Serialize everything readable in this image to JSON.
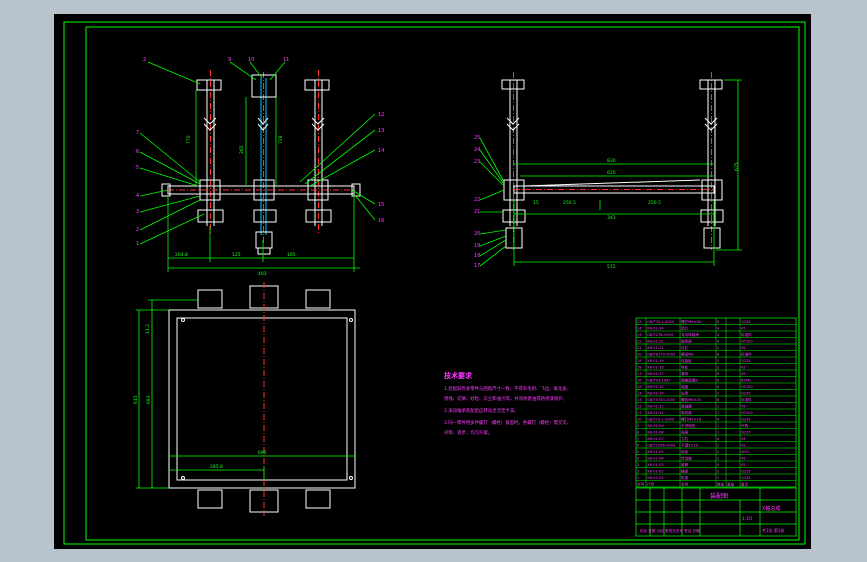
{
  "colors": {
    "window_bg": "#b9c3cd",
    "sheet": "#000000",
    "frame_line": "#00ff00",
    "part_line": "#ffffff",
    "dimension": "#00ff00",
    "text": "#ff40ff",
    "center_line": "#ff3030",
    "shaft": "#00c8ff"
  },
  "front_view": {
    "leaders": [
      "2",
      "9",
      "10",
      "11",
      "12",
      "13",
      "14",
      "15",
      "16",
      "7",
      "6",
      "5",
      "4",
      "3",
      "2",
      "1"
    ],
    "dims": [
      "125",
      "165",
      "403",
      "204.8",
      "770",
      "265",
      "728"
    ]
  },
  "side_view": {
    "leaders": [
      "25",
      "24",
      "23",
      "22",
      "21",
      "20",
      "19",
      "18",
      "17"
    ],
    "dims": [
      "830",
      "620",
      "343",
      "250.5",
      "250.5",
      "675",
      "15",
      "572"
    ]
  },
  "top_view": {
    "dims": [
      "11.2",
      "615",
      "693",
      "285.8",
      "690"
    ]
  },
  "tech_notes": {
    "title": "技术要求",
    "lines": [
      "1.装配前检查零件与图纸尺寸一致，不得有毛刺、飞边、氧化皮、",
      "锈蚀、切屑、砂粒、灰尘和油污等，并涂防锈油或防锈漆保护。",
      "2.滚动轴承装配后应转动灵活无卡滞。",
      "3.同一零件用多件螺钉（螺栓）紧固时，各螺钉（螺栓）需交叉、",
      "对称、逐步、均匀拧紧。"
    ]
  },
  "parts_list": {
    "rows": [
      [
        "25",
        "GB/T70.1-2000",
        "螺钉M6×20",
        "8",
        "",
        "Q235"
      ],
      [
        "24",
        "XB-01-24",
        "垫片",
        "4",
        "",
        "45"
      ],
      [
        "23",
        "GB/T276-1994",
        "深沟球轴承",
        "4",
        "",
        "标准件"
      ],
      [
        "22",
        "XB-01-22",
        "轴承座",
        "4",
        "",
        "HT200"
      ],
      [
        "21",
        "XB-01-21",
        "丝杠",
        "2",
        "",
        "45"
      ],
      [
        "20",
        "GB/T6170-2000",
        "螺母M8",
        "8",
        "",
        "标准件"
      ],
      [
        "19",
        "XB-01-19",
        "连接板",
        "2",
        "",
        "Q235"
      ],
      [
        "18",
        "XB-01-18",
        "导轨",
        "2",
        "",
        "45"
      ],
      [
        "17",
        "XB-01-17",
        "滑块",
        "4",
        "",
        "45"
      ],
      [
        "16",
        "GB/T93-1987",
        "弹簧垫圈8",
        "8",
        "",
        "65Mn"
      ],
      [
        "15",
        "XB-01-15",
        "端盖",
        "4",
        "",
        "HT150"
      ],
      [
        "14",
        "XB-01-14",
        "支架",
        "2",
        "",
        "Q235"
      ],
      [
        "13",
        "GB/T5783-2000",
        "螺栓M8×25",
        "8",
        "",
        "标准件"
      ],
      [
        "12",
        "XB-01-12",
        "联轴器",
        "1",
        "",
        "45"
      ],
      [
        "11",
        "XB-01-11",
        "电机座",
        "1",
        "",
        "HT200"
      ],
      [
        "10",
        "GB/T70.1-2000",
        "螺钉M5×16",
        "4",
        "",
        "Q235"
      ],
      [
        "9",
        "XB-01-09",
        "步进电机",
        "1",
        "",
        "外购"
      ],
      [
        "8",
        "XB-01-08",
        "底座",
        "1",
        "",
        "Q235"
      ],
      [
        "7",
        "XB-01-07",
        "立柱",
        "4",
        "",
        "45"
      ],
      [
        "6",
        "GB/T1096-2003",
        "平键5×20",
        "2",
        "",
        "45"
      ],
      [
        "5",
        "XB-01-05",
        "齿轮",
        "2",
        "",
        "40Cr"
      ],
      [
        "4",
        "XB-01-04",
        "传动轴",
        "2",
        "",
        "45"
      ],
      [
        "3",
        "XB-01-03",
        "套筒",
        "4",
        "",
        "45"
      ],
      [
        "2",
        "XB-01-02",
        "横梁",
        "2",
        "",
        "Q235"
      ],
      [
        "1",
        "XB-01-01",
        "机架",
        "1",
        "",
        "Q235"
      ]
    ],
    "header": [
      "序号",
      "代号",
      "名称",
      "数量",
      "重量",
      "备注"
    ]
  },
  "title_block": {
    "drawing_name": "装配图",
    "assembly_name": "X轴总成",
    "scale": "1:10",
    "sheet": "共1张 第1张",
    "footer": "标记 处数 分区 更改文件号 签名 日期"
  }
}
